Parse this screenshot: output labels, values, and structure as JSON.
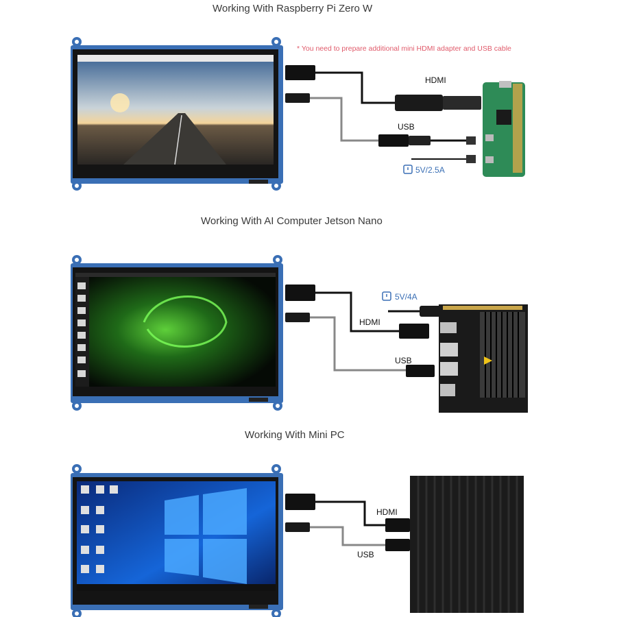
{
  "sections": [
    {
      "title": "Working With Raspberry Pi Zero W",
      "note": "* You need to prepare additional mini HDMI adapter and USB cable",
      "hdmi_label": "HDMI",
      "usb_label": "USB",
      "power_label": "5V/2.5A"
    },
    {
      "title": "Working With AI Computer Jetson Nano",
      "hdmi_label": "HDMI",
      "usb_label": "USB",
      "power_label": "5V/4A"
    },
    {
      "title": "Working With Mini PC",
      "hdmi_label": "HDMI",
      "usb_label": "USB"
    }
  ],
  "icons": {
    "power": "power-icon"
  },
  "colors": {
    "board_blue": "#3a6fb5",
    "screen_bezel": "#141414",
    "pi_green": "#2e8b57",
    "power_blue": "#3a6fb5"
  }
}
